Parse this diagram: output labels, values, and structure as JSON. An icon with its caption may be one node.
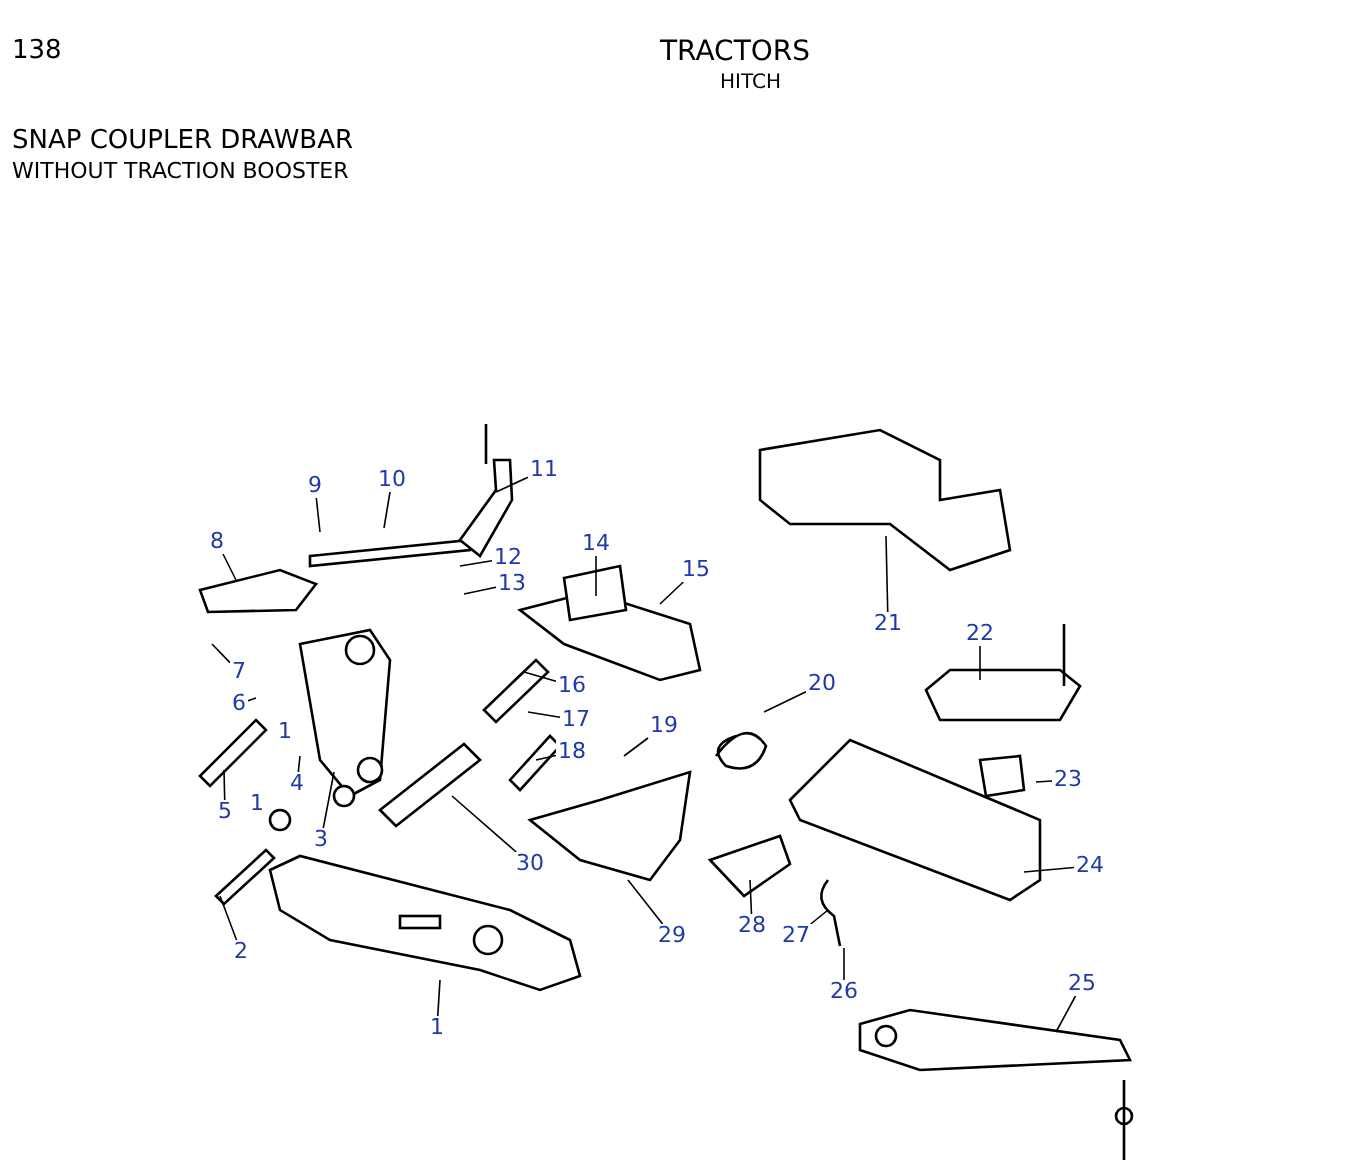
{
  "diagram": {
    "title": "TRACTORS",
    "nodes": [
      {
        "text": [
          "1"
        ]
      },
      {
        "text": [
          "2"
        ]
      },
      {
        "text": [
          "3"
        ]
      },
      {
        "text": [
          "4"
        ]
      },
      {
        "text": [
          "1"
        ]
      },
      {
        "text": [
          "5"
        ]
      },
      {
        "text": [
          "6"
        ]
      },
      {
        "text": [
          "1"
        ]
      },
      {
        "text": [
          "7"
        ]
      },
      {
        "text": [
          "8"
        ]
      },
      {
        "text": [
          "9"
        ]
      },
      {
        "text": [
          "10"
        ]
      },
      {
        "text": [
          "11"
        ]
      },
      {
        "text": [
          "12"
        ]
      },
      {
        "text": [
          "13"
        ]
      },
      {
        "text": [
          "14"
        ]
      },
      {
        "text": [
          "15"
        ]
      },
      {
        "text": [
          "16"
        ]
      },
      {
        "text": [
          "17"
        ]
      },
      {
        "text": [
          "18"
        ]
      },
      {
        "text": [
          "19"
        ]
      },
      {
        "text": [
          "20"
        ]
      },
      {
        "text": [
          "21"
        ]
      },
      {
        "text": [
          "22"
        ]
      },
      {
        "text": [
          "23"
        ]
      },
      {
        "text": [
          "24"
        ]
      },
      {
        "text": [
          "25"
        ]
      },
      {
        "text": [
          "26"
        ]
      },
      {
        "text": [
          "27"
        ]
      },
      {
        "text": [
          "28"
        ]
      },
      {
        "text": [
          "29"
        ]
      },
      {
        "text": [
          "30"
        ]
      }
    ],
    "edges": [
      {
        "from": 0,
        "to": null,
        "arrow": "none"
      },
      {
        "from": 1,
        "to": null,
        "arrow": "none"
      },
      {
        "from": 2,
        "to": null,
        "arrow": "none"
      },
      {
        "from": 3,
        "to": null,
        "arrow": "none"
      },
      {
        "from": 5,
        "to": null,
        "arrow": "none"
      },
      {
        "from": 6,
        "to": null,
        "arrow": "none"
      },
      {
        "from": 8,
        "to": null,
        "arrow": "none"
      },
      {
        "from": 9,
        "to": null,
        "arrow": "none"
      },
      {
        "from": 10,
        "to": null,
        "arrow": "none"
      },
      {
        "from": 11,
        "to": null,
        "arrow": "none"
      },
      {
        "from": 12,
        "to": null,
        "arrow": "none"
      },
      {
        "from": 13,
        "to": null,
        "arrow": "none"
      },
      {
        "from": 14,
        "to": null,
        "arrow": "none"
      },
      {
        "from": 15,
        "to": null,
        "arrow": "none"
      },
      {
        "from": 16,
        "to": null,
        "arrow": "none"
      },
      {
        "from": 17,
        "to": null,
        "arrow": "none"
      },
      {
        "from": 18,
        "to": null,
        "arrow": "none"
      },
      {
        "from": 19,
        "to": null,
        "arrow": "none"
      },
      {
        "from": 20,
        "to": null,
        "arrow": "none"
      },
      {
        "from": 21,
        "to": null,
        "arrow": "none"
      },
      {
        "from": 22,
        "to": null,
        "arrow": "none"
      },
      {
        "from": 23,
        "to": null,
        "arrow": "none"
      },
      {
        "from": 24,
        "to": null,
        "arrow": "none"
      },
      {
        "from": 25,
        "to": null,
        "arrow": "none"
      },
      {
        "from": 26,
        "to": null,
        "arrow": "none"
      },
      {
        "from": 27,
        "to": null,
        "arrow": "none"
      },
      {
        "from": 28,
        "to": null,
        "arrow": "none"
      },
      {
        "from": 29,
        "to": null,
        "arrow": "none"
      },
      {
        "from": 30,
        "to": null,
        "arrow": "none"
      },
      {
        "from": 31,
        "to": null,
        "arrow": "none"
      }
    ],
    "labels": [
      "138",
      "HITCH",
      "SNAP COUPLER DRAWBAR",
      "WITHOUT TRACTION BOOSTER"
    ]
  }
}
